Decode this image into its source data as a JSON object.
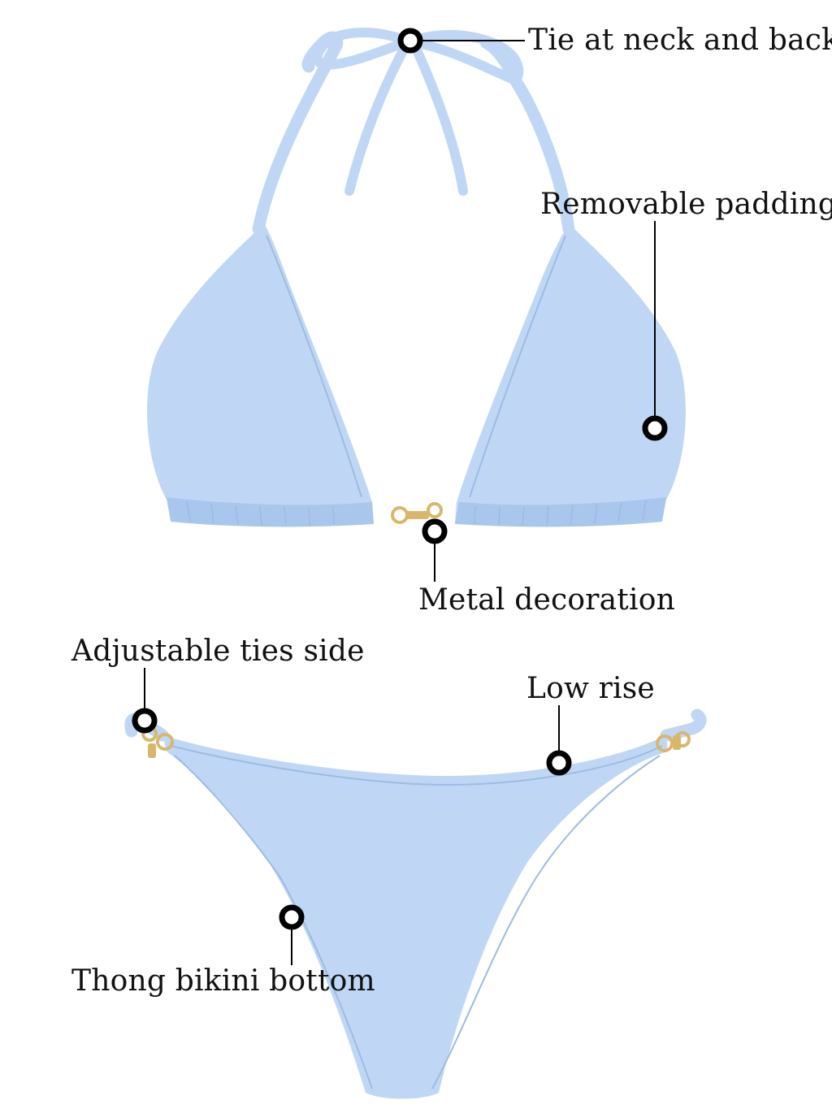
{
  "colors": {
    "fabric": "#BFD7F5",
    "fabric_shade": "#A9C6EC",
    "seam": "#9DBBE3",
    "hardware": "#D9B76A",
    "marker": "#000000",
    "text": "#111111"
  },
  "callouts": {
    "neck": "Tie at neck and back",
    "padding": "Removable padding",
    "metal": "Metal decoration",
    "ties": "Adjustable ties side",
    "rise": "Low rise",
    "thong": "Thong bikini bottom"
  }
}
